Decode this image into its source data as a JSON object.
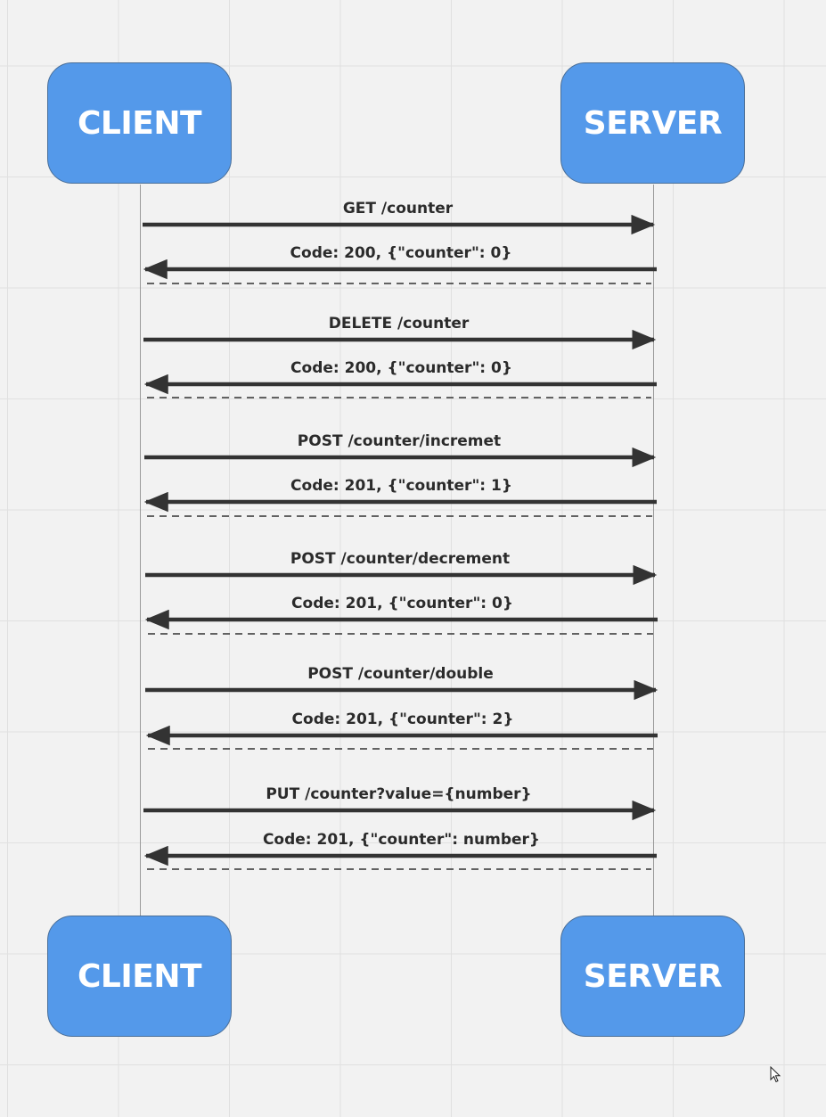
{
  "actors": {
    "client_top": "CLIENT",
    "server_top": "SERVER",
    "client_bottom": "CLIENT",
    "server_bottom": "SERVER"
  },
  "colors": {
    "actor_fill": "#5499ea",
    "arrow": "#333333",
    "background": "#f2f2f2"
  },
  "messages": [
    {
      "request": "GET /counter",
      "response": "Code: 200, {\"counter\": 0}"
    },
    {
      "request": "DELETE /counter",
      "response": "Code: 200, {\"counter\": 0}"
    },
    {
      "request": "POST /counter/incremet",
      "response": "Code: 201, {\"counter\": 1}"
    },
    {
      "request": "POST /counter/decrement",
      "response": "Code: 201, {\"counter\": 0}"
    },
    {
      "request": "POST /counter/double",
      "response": "Code: 201, {\"counter\": 2}"
    },
    {
      "request": "PUT /counter?value={number}",
      "response": "Code: 201, {\"counter\": number}"
    }
  ]
}
